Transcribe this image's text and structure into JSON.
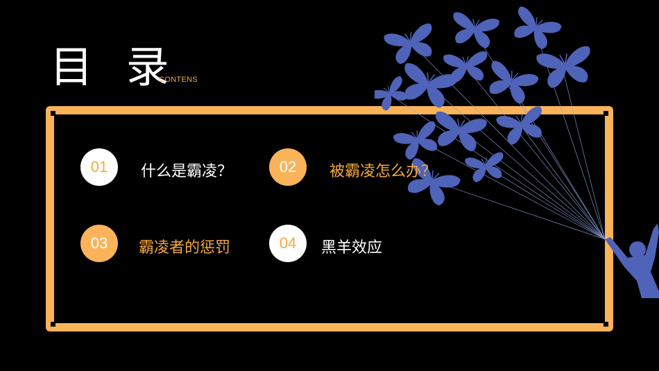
{
  "title": "目 录",
  "subtitle": "CONTENS",
  "colors": {
    "accent": "#fbb35a",
    "text_accent": "#f4a940",
    "butterfly": "#4f63b8",
    "background": "#000000"
  },
  "items": [
    {
      "num": "01",
      "label": "什么是霸凌？"
    },
    {
      "num": "02",
      "label": "被霸凌怎么办？"
    },
    {
      "num": "03",
      "label": "霸凌者的惩罚"
    },
    {
      "num": "04",
      "label": "黑羊效应"
    }
  ],
  "decoration": {
    "icon": "butterfly-balloon-icon"
  }
}
